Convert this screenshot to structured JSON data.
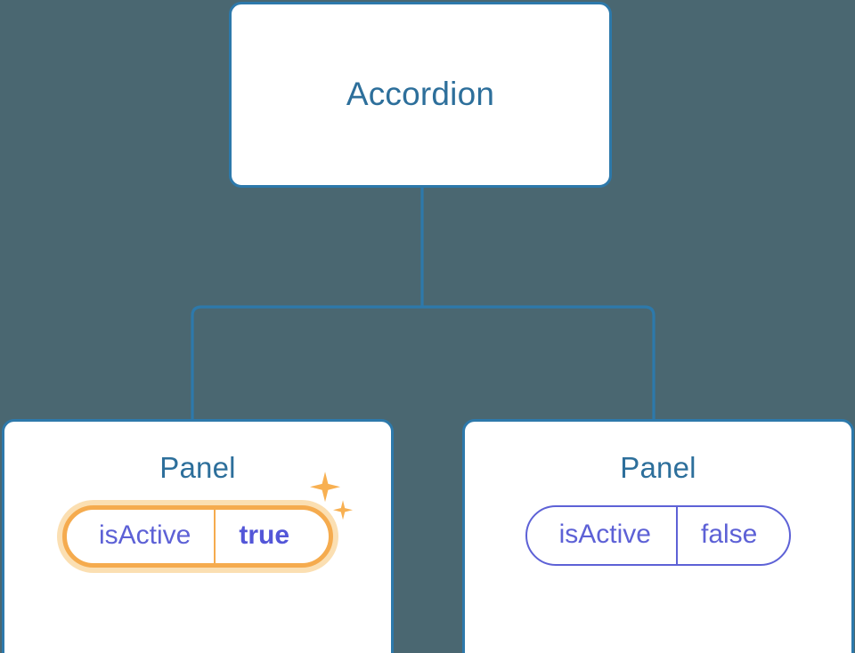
{
  "diagram": {
    "type": "component-tree",
    "background_color": "#4a6771",
    "edge_color": "#2d79ab",
    "node_border_color": "#2d79ab",
    "node_title_color": "#2d6f9b",
    "prop_color": "#5d61d6",
    "highlight_color": "#f5ab4e",
    "highlight_glow_color": "#fbdfb2"
  },
  "root": {
    "title": "Accordion"
  },
  "children": [
    {
      "title": "Panel",
      "prop": {
        "key": "isActive",
        "value": "true"
      },
      "highlighted": true,
      "sparkle_icons": [
        "sparkle-large-icon",
        "sparkle-small-icon"
      ]
    },
    {
      "title": "Panel",
      "prop": {
        "key": "isActive",
        "value": "false"
      },
      "highlighted": false
    }
  ]
}
